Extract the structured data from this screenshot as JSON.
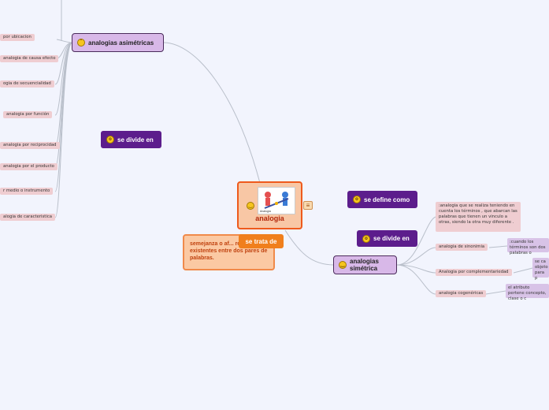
{
  "central": {
    "title": "analogia",
    "image_caption": "Analogía"
  },
  "left_branch": {
    "title": "analogias asimétricas",
    "items": [
      "por ubicacion",
      "analogia de causa efecto",
      "ogia de secuencialidad",
      "analogia por función",
      "analogia por reciprocidad",
      "analogia por el producto",
      "r medio o instrumento",
      "alogia  de caracteristica"
    ]
  },
  "badges": {
    "divide_left": "se divide en",
    "define": "se define como",
    "divide_right": "se divide en",
    "trata": "se trata de"
  },
  "trata_note": "semejanza o af... relaciones existentes entre dos pares de palabras.",
  "right_branch": {
    "title": "analogias simétrica",
    "definition": ":analogia que se realiza teniendo en cuenta los términos , que abarcan las palabras que tienen un vinculo a otras, siendo la otra muy diferente .",
    "items": [
      {
        "label": "analogia de sinonimia",
        "detail": ":cuando los términos son dos palabras o"
      },
      {
        "label": "Analogia por complementariedad",
        "detail": "se ca objeto para p"
      },
      {
        "label": "analogia cogenéricas",
        "detail": "el atributo pertene concepto, clase o c"
      }
    ]
  },
  "colors": {
    "central_fill": "#f8c7a5",
    "central_border": "#ee5a1c",
    "badge_purple": "#5c1d8c",
    "badge_orange": "#f07f1c",
    "link": "#b8bec8"
  }
}
